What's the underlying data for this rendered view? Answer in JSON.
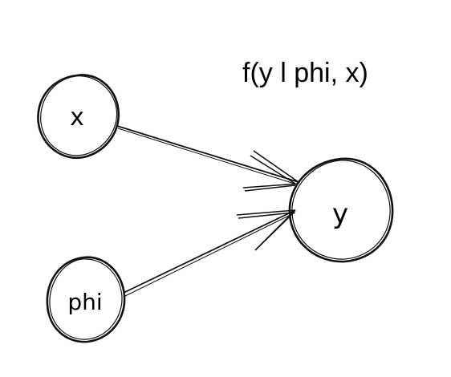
{
  "diagram": {
    "formula": "f(y l phi, x)",
    "nodes": {
      "x": {
        "label": "x"
      },
      "phi": {
        "label": "phi"
      },
      "y": {
        "label": "y"
      }
    },
    "edges": [
      {
        "from": "x",
        "to": "y"
      },
      {
        "from": "phi",
        "to": "y"
      }
    ],
    "colors": {
      "stroke": "#111111",
      "background": "#ffffff"
    }
  }
}
